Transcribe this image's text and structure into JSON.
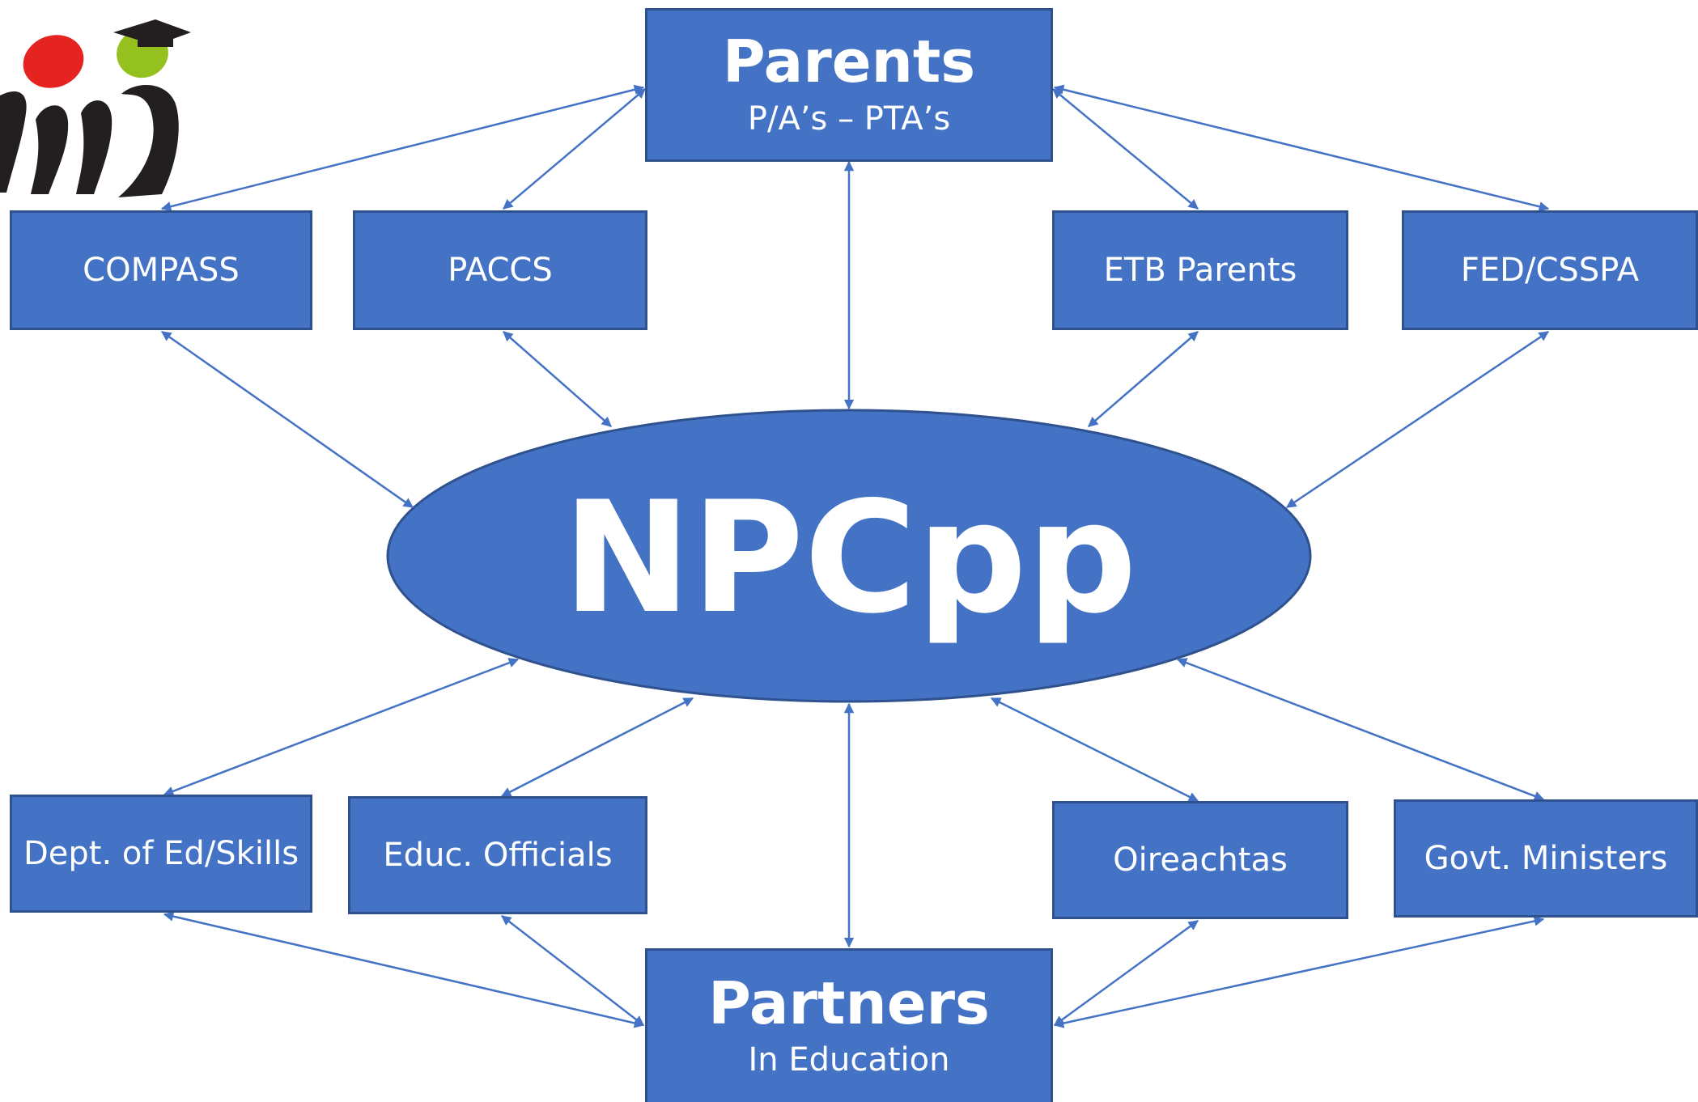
{
  "hub": {
    "label": "NPCpp"
  },
  "top": {
    "title": "Parents",
    "subtitle": "P/A’s – PTA’s"
  },
  "bottom": {
    "title": "Partners",
    "subtitle": "In Education"
  },
  "upper_groups": [
    {
      "label": "COMPASS"
    },
    {
      "label": "PACCS"
    },
    {
      "label": "ETB Parents"
    },
    {
      "label": "FED/CSSPA"
    }
  ],
  "lower_groups": [
    {
      "label": "Dept. of Ed/Skills"
    },
    {
      "label": "Educ. Officials"
    },
    {
      "label": "Oireachtas"
    },
    {
      "label": "Govt. Ministers"
    }
  ],
  "colors": {
    "box_fill": "#4472c4",
    "box_border": "#2f528f",
    "arrow": "#4472c4",
    "text": "#ffffff",
    "logo_red": "#e52421",
    "logo_green": "#95c11f",
    "logo_black": "#231f20"
  },
  "logo": {
    "icon": "organisation-logo-icon"
  }
}
